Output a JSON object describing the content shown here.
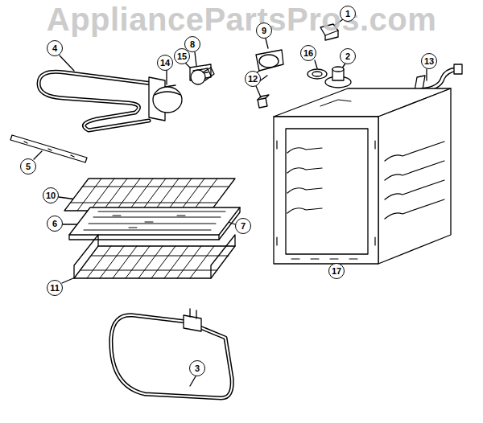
{
  "diagram": {
    "labels": [
      "AppliancePartsPros.com",
      "1",
      "2",
      "3",
      "4",
      "5",
      "6",
      "7",
      "8",
      "9",
      "10",
      "11",
      "12",
      "13",
      "14",
      "15",
      "16",
      "17"
    ]
  }
}
